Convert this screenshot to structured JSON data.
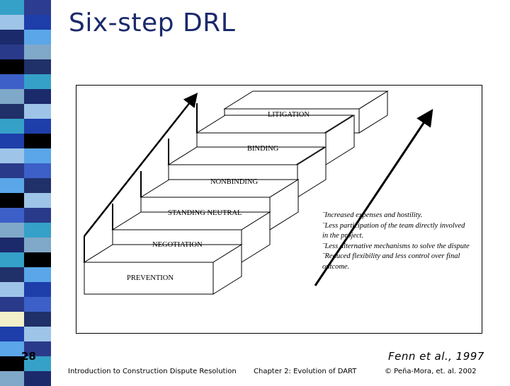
{
  "slide": {
    "title": "Six-step DRL",
    "page_number": "28",
    "citation": "Fenn et al., 1997"
  },
  "diagram": {
    "steps": [
      "PREVENTION",
      "NEGOTIATION",
      "STANDING NEUTRAL",
      "NONBINDING",
      "BINDING",
      "LITIGATION"
    ],
    "notes": [
      "¨Increased expenses and hostility.",
      "¨Less participation of the team directly involved in the project.",
      "¨Less alternative mechanisms to solve the dispute",
      "¨Reduced flexibility and less control over final outcome."
    ]
  },
  "footer": {
    "course": "Introduction to Construction Dispute Resolution",
    "chapter": "Chapter 2: Evolution of DART",
    "copyright": "© Peña-Mora, et. al. 2002"
  },
  "colors": {
    "title": "#1b2a6b",
    "stripe": [
      "#203068",
      "#35a0c8",
      "#1e3eaa",
      "#5aa6e8",
      "#9ec4e8",
      "#f2f0c8",
      "#2a3a8a",
      "#000000",
      "#3c60c8",
      "#80a8c8",
      "#1b2a6b"
    ]
  }
}
